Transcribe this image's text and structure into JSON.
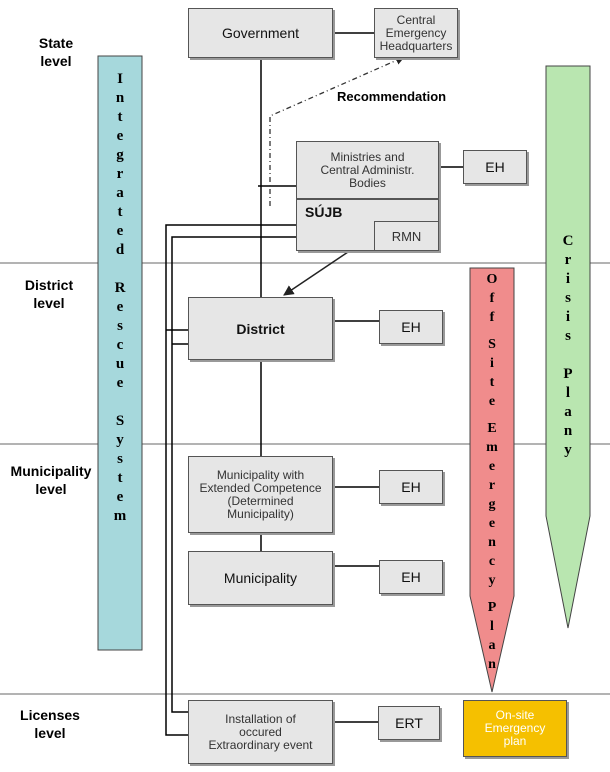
{
  "levels": {
    "state": "State\nlevel",
    "district": "District\nlevel",
    "municipality": "Municipality\nlevel",
    "licenses": "Licenses\nlevel"
  },
  "boxes": {
    "government": "Government",
    "central_emergency": "Central Emergency Headquarters",
    "ministries": "Ministries and Central Administr. Bodies",
    "sujb": "SÚJB",
    "rmn": "RMN",
    "district": "District",
    "municipality_extended": "Municipality with Extended Competence (Determined Municipality)",
    "municipality": "Municipality",
    "installation": "Installation of occured Extraordinary event",
    "eh_ministries": "EH",
    "eh_district": "EH",
    "eh_mun_ext": "EH",
    "eh_municipality": "EH",
    "ert": "ERT",
    "onsite_plan": "On-site Emergency plan"
  },
  "labels": {
    "recommendation": "Recommendation"
  },
  "vertical_labels": {
    "irs": "Integrated Rescue System",
    "offsite": "Off Site Emergency Plan",
    "crisis": "Crisis Plany"
  },
  "colors": {
    "irs_bar": "#a6d8dc",
    "offsite_bar": "#f08c8c",
    "crisis_bar": "#b9e6b0",
    "onsite_box": "#f5c000",
    "box_fill": "#e6e6e6"
  }
}
